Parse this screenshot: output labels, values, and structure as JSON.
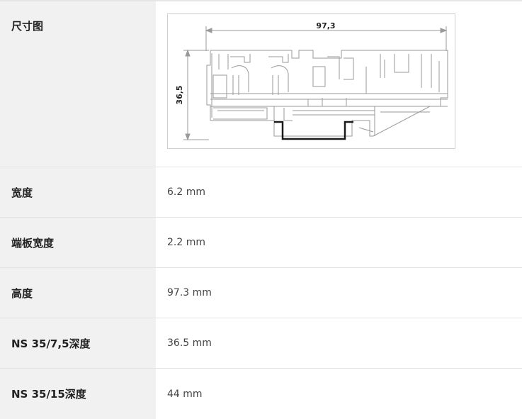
{
  "rows": [
    {
      "label": "尺寸图",
      "type": "drawing",
      "drawing": {
        "width_dim": "97,3",
        "height_dim": "36,5"
      }
    },
    {
      "label": "宽度",
      "value": "6.2 mm"
    },
    {
      "label": "端板宽度",
      "value": "2.2 mm"
    },
    {
      "label": "高度",
      "value": "97.3 mm"
    },
    {
      "label": "NS 35/7,5深度",
      "value": "36.5 mm"
    },
    {
      "label": "NS 35/15深度",
      "value": "44 mm"
    }
  ]
}
